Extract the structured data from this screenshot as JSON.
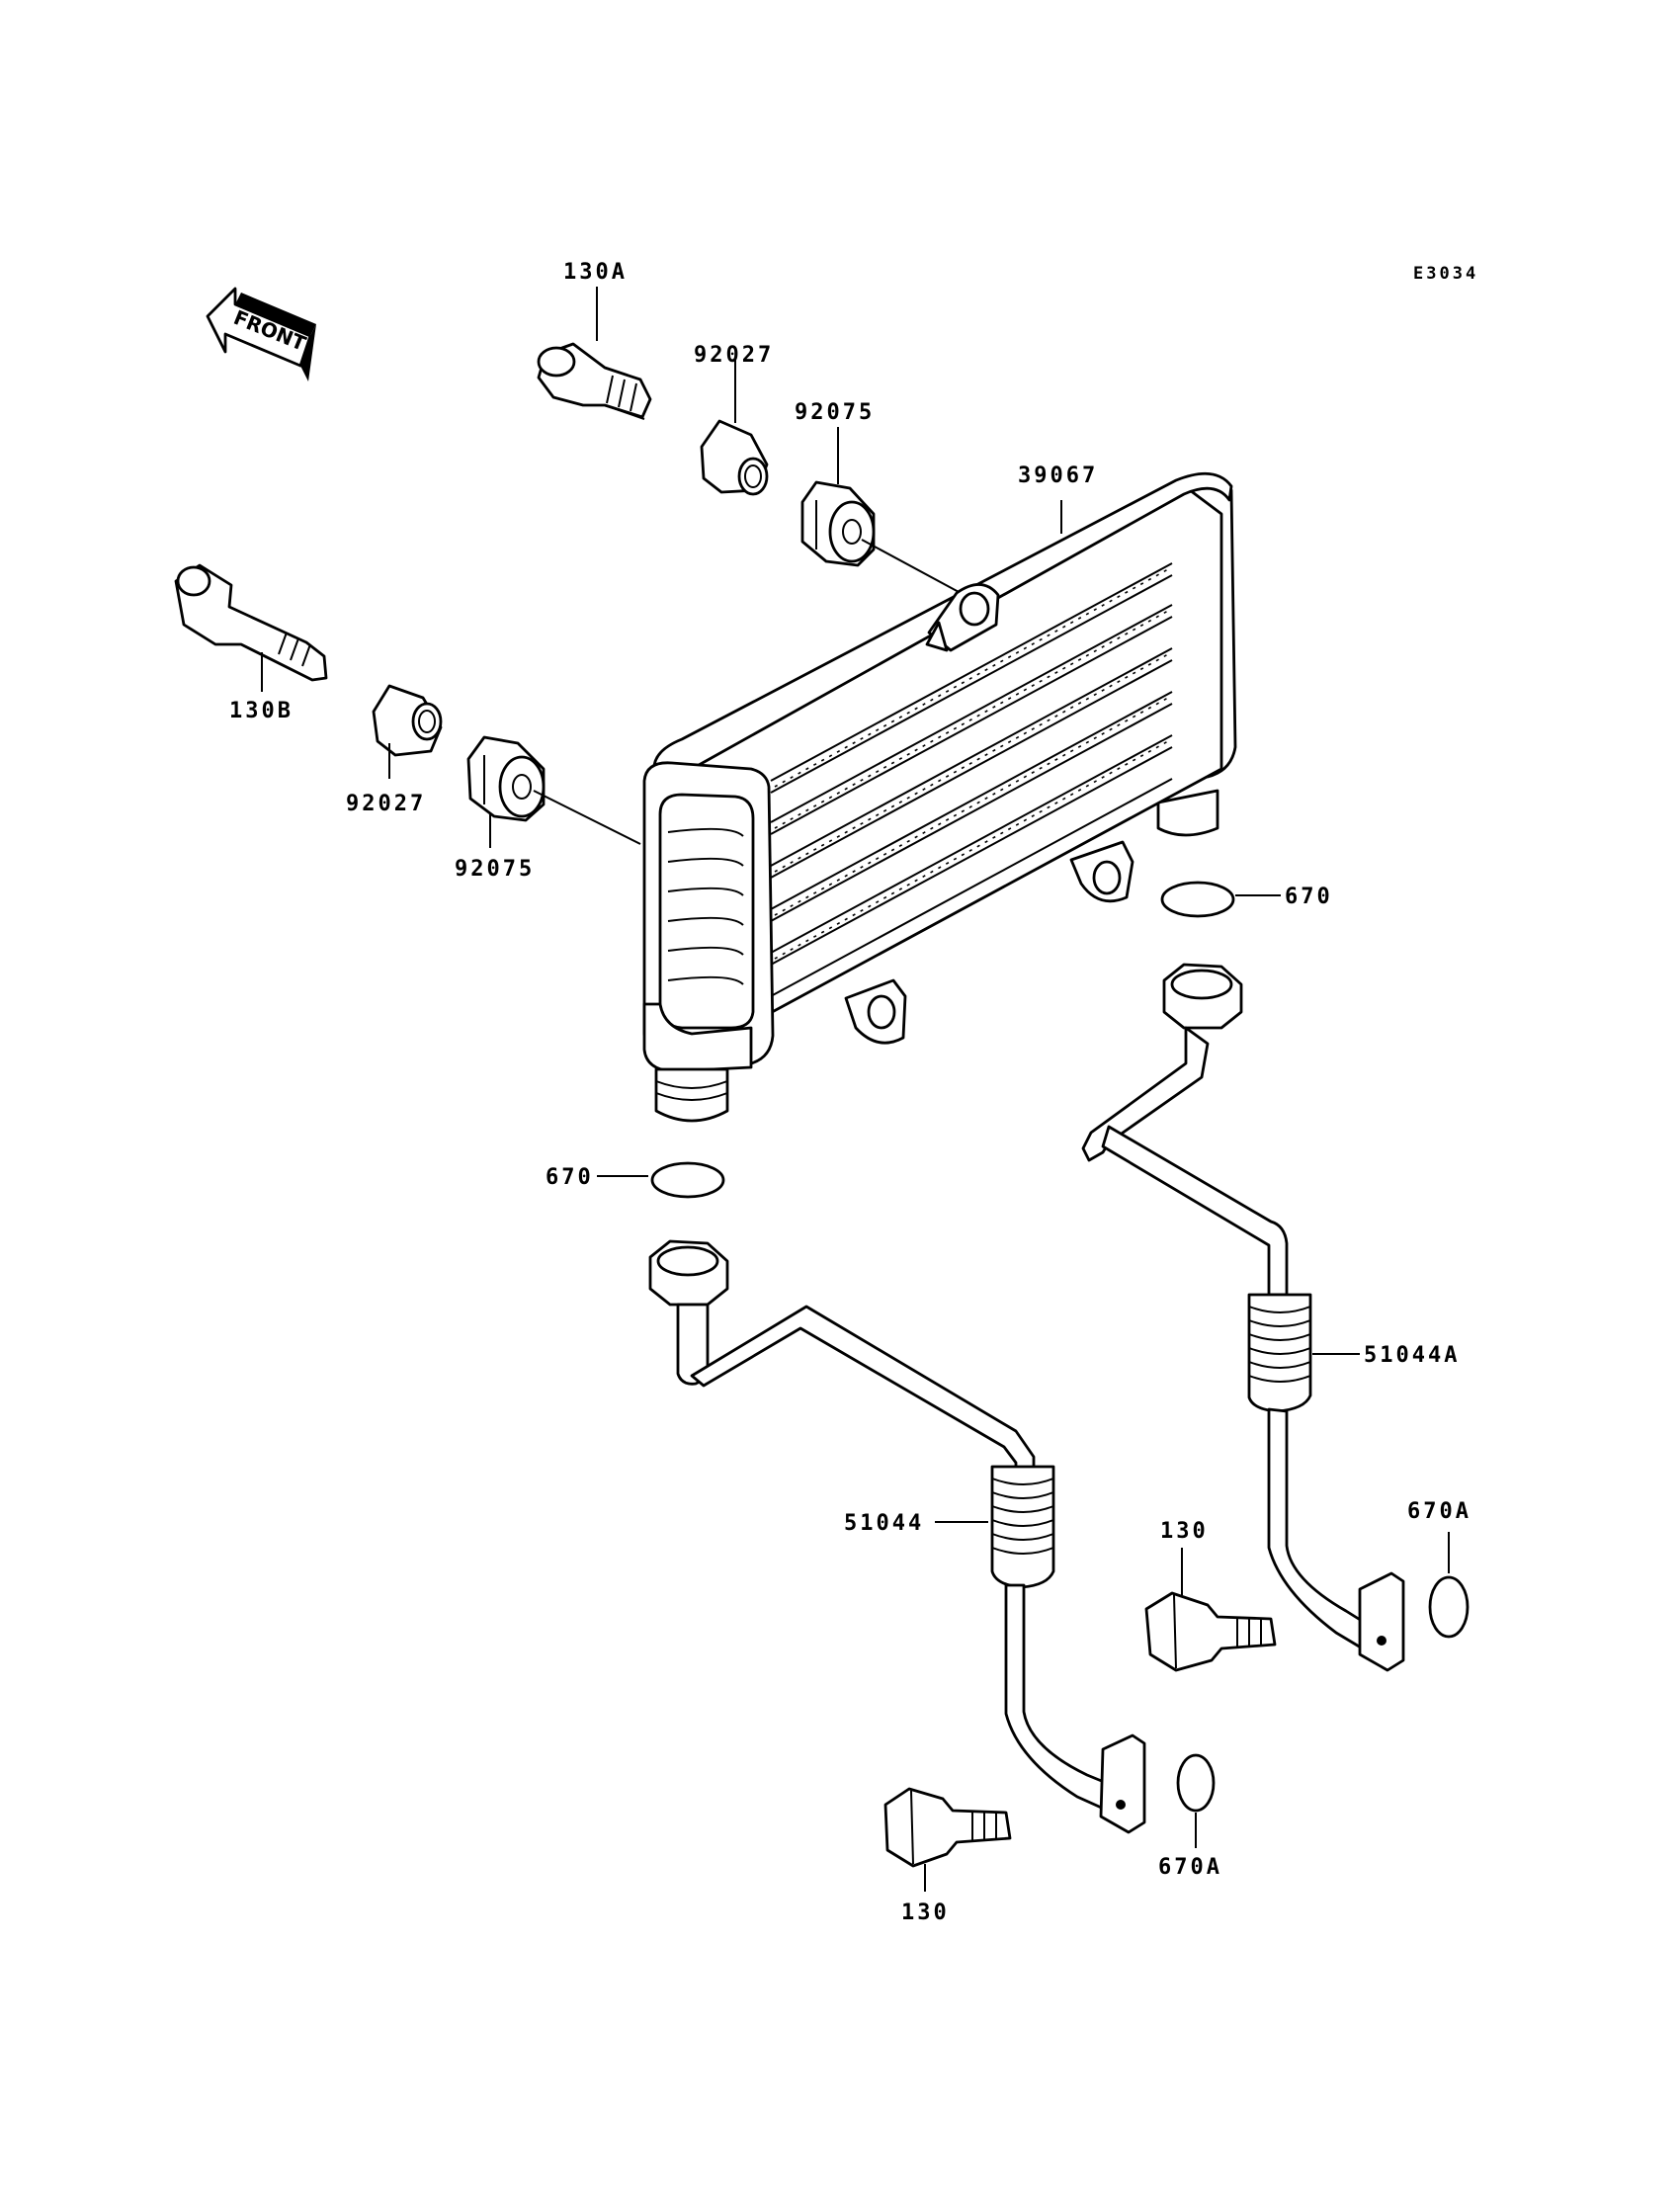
{
  "diagram_code": "E3034",
  "front_indicator": "FRONT",
  "labels": {
    "bolt_upper_130A": "130A",
    "collar_upper_92027": "92027",
    "grommet_upper_92075": "92075",
    "cooler_39067": "39067",
    "bolt_left_130B": "130B",
    "collar_left_92027": "92027",
    "grommet_left_92075": "92075",
    "oring_right_670": "670",
    "oring_left_670": "670",
    "pipe_right_51044A": "51044A",
    "pipe_left_51044": "51044",
    "oring_right_670A": "670A",
    "bolt_right_130": "130",
    "oring_bottom_670A": "670A",
    "bolt_bottom_130": "130"
  },
  "colors": {
    "ink": "#000000",
    "paper": "#ffffff"
  }
}
